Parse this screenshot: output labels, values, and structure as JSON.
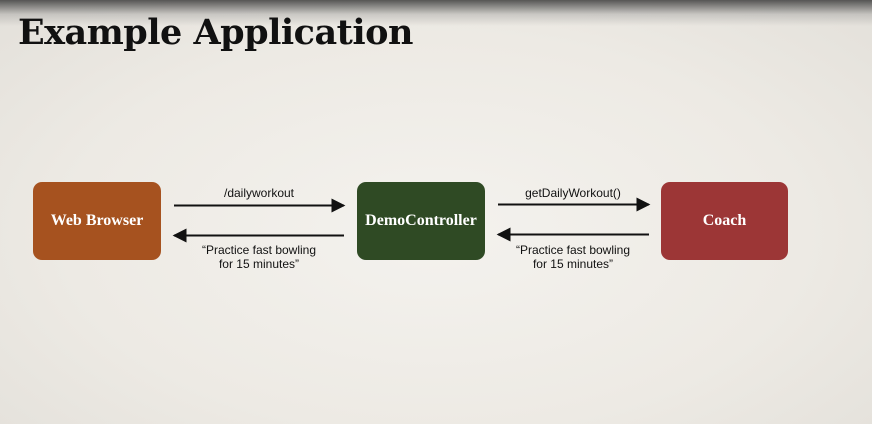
{
  "title": "Example Application",
  "nodes": {
    "web_browser": "Web Browser",
    "demo_controller": "DemoController",
    "coach": "Coach"
  },
  "arrows": {
    "browser_to_controller": "/dailyworkout",
    "controller_to_browser": {
      "line1": "“Practice fast bowling",
      "line2": "for 15 minutes”"
    },
    "controller_to_coach": "getDailyWorkout()",
    "coach_to_controller": {
      "line1": "“Practice fast bowling",
      "line2": "for 15 minutes”"
    }
  },
  "colors": {
    "web_browser": "#a6521f",
    "demo_controller": "#2f4a24",
    "coach": "#9c3636"
  }
}
